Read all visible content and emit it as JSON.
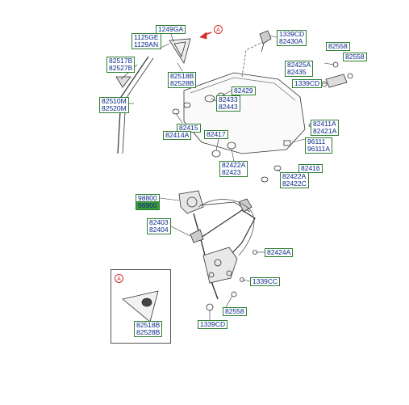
{
  "diagram": {
    "callout_letter": "A",
    "part_labels": {
      "l_1249GA": "1249GA",
      "l_1125GE": "1125GE",
      "l_1129AN": "1129AN",
      "l_82517B": "82517B",
      "l_82527B": "82527B",
      "l_82518B_top": "82518B",
      "l_82528B_top": "82528B",
      "l_82510M": "82510M",
      "l_82520M": "82520M",
      "l_1339CD_top": "1339CD",
      "l_82430A": "82430A",
      "l_82558_top": "82558",
      "l_82558_right": "82558",
      "l_82425A": "82425A",
      "l_82435": "82435",
      "l_1339CD_right": "1339CD",
      "l_82429": "82429",
      "l_82433": "82433",
      "l_82443": "82443",
      "l_82415": "82415",
      "l_82414A": "82414A",
      "l_82417": "82417",
      "l_82411A": "82411A",
      "l_82421A": "82421A",
      "l_96111": "96111",
      "l_96111A": "96111A",
      "l_82422A_mid": "82422A",
      "l_82423": "82423",
      "l_82416": "82416",
      "l_82422A_right": "82422A",
      "l_82422C": "82422C",
      "l_98800": "98800",
      "l_98900": "98900",
      "l_82403": "82403",
      "l_82404": "82404",
      "l_82424A": "82424A",
      "l_1339CC": "1339CC",
      "l_82558_bot": "82558",
      "l_1339CD_bot": "1339CD",
      "l_82518B_det": "82518B",
      "l_82528B_det": "82528B"
    }
  }
}
